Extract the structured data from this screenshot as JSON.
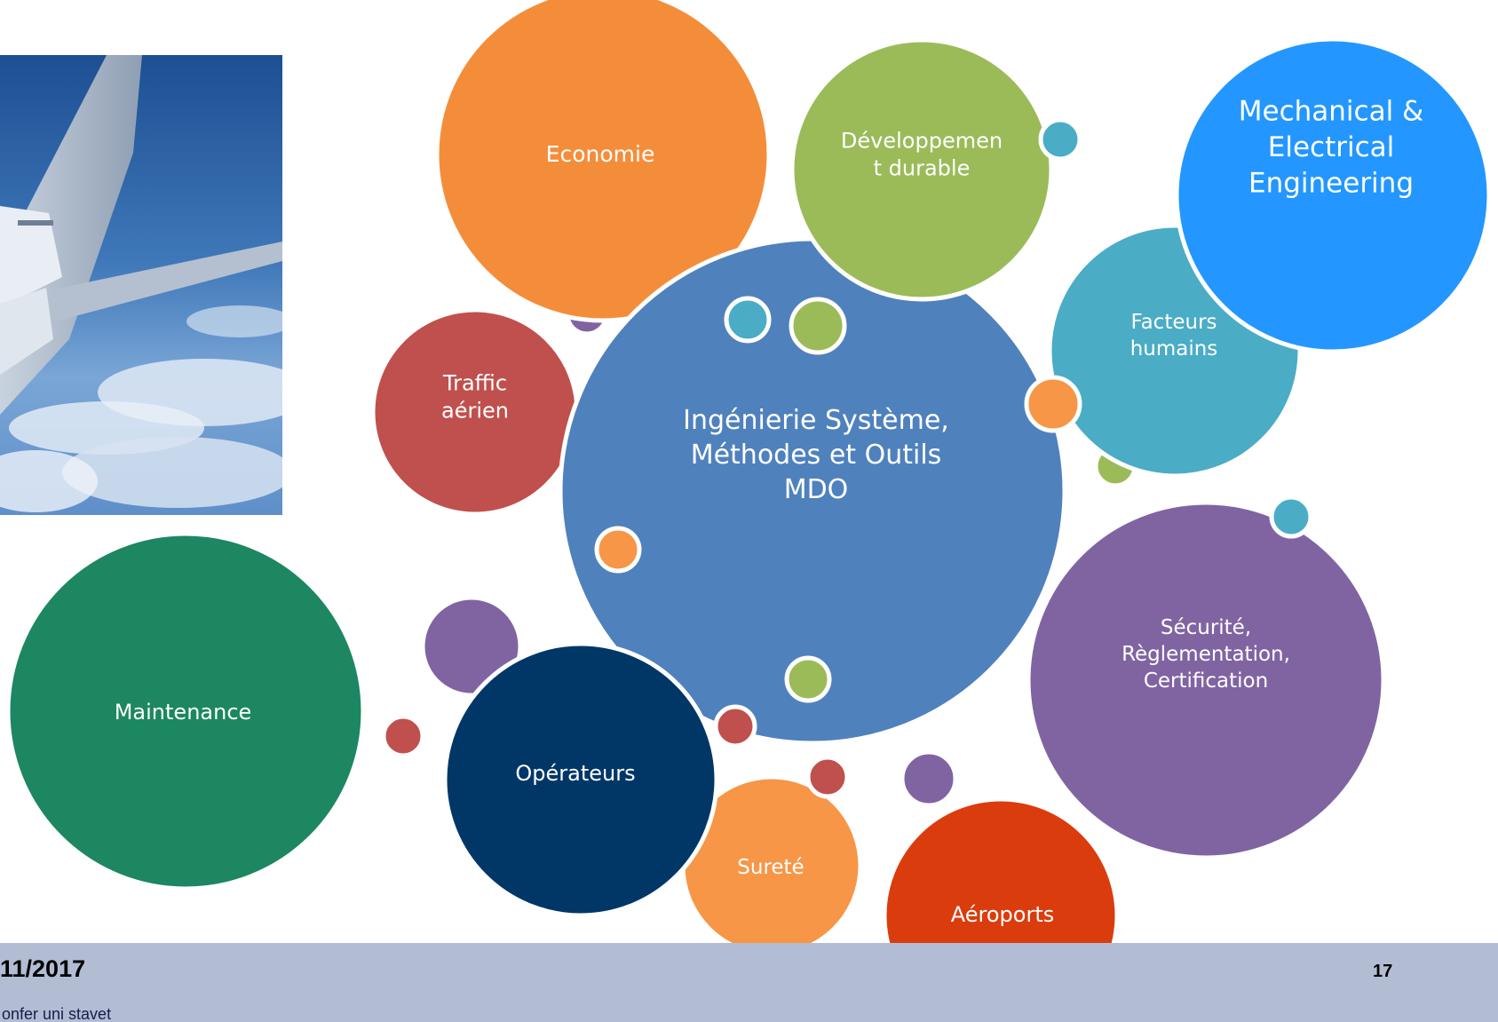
{
  "photo": {
    "alt": ""
  },
  "bubbles": [
    {
      "id": "economie",
      "lines": [
        "Economie"
      ],
      "color": "#F48D3A"
    },
    {
      "id": "developpement-durable",
      "lines": [
        "Développemen",
        "t durable"
      ],
      "color": "#9BBB59"
    },
    {
      "id": "mechanical-electrical-engineering",
      "lines": [
        "Mechanical &",
        "Electrical",
        "Engineering"
      ],
      "color": "#2397FF"
    },
    {
      "id": "traffic-aerien",
      "lines": [
        "Traffic",
        "aérien"
      ],
      "color": "#C0504D"
    },
    {
      "id": "ingenierie-systeme",
      "lines": [
        "Ingénierie Système,",
        "Méthodes et Outils",
        "MDO"
      ],
      "color": "#4F81BD"
    },
    {
      "id": "facteurs-humains",
      "lines": [
        "Facteurs",
        "humains"
      ],
      "color": "#4BACC6"
    },
    {
      "id": "maintenance",
      "lines": [
        "Maintenance"
      ],
      "color": "#1C8761"
    },
    {
      "id": "operateurs",
      "lines": [
        "Opérateurs"
      ],
      "color": "#003767"
    },
    {
      "id": "securite",
      "lines": [
        "Sécurité,",
        "Règlementation,",
        "Certification"
      ],
      "color": "#8064A2"
    },
    {
      "id": "surete",
      "lines": [
        "Sureté"
      ],
      "color": "#F79646"
    },
    {
      "id": "aeroports",
      "lines": [
        "Aéroports"
      ],
      "color": "#DB3C0D"
    }
  ],
  "small_circles": [
    {
      "color": "#8064A2"
    },
    {
      "color": "#4BACC6"
    },
    {
      "color": "#4BACC6"
    },
    {
      "color": "#9BBB59"
    },
    {
      "color": "#F79646"
    },
    {
      "color": "#9BBB59"
    },
    {
      "color": "#4BACC6"
    },
    {
      "color": "#F79646"
    },
    {
      "color": "#8064A2"
    },
    {
      "color": "#9BBB59"
    },
    {
      "color": "#C0504D"
    },
    {
      "color": "#C0504D"
    },
    {
      "color": "#C0504D"
    },
    {
      "color": "#8064A2"
    }
  ],
  "footer": {
    "date": "11/2017",
    "subtitle": "onfer uni stavet",
    "page_number": "17",
    "band_color": "#B2BDD4"
  }
}
